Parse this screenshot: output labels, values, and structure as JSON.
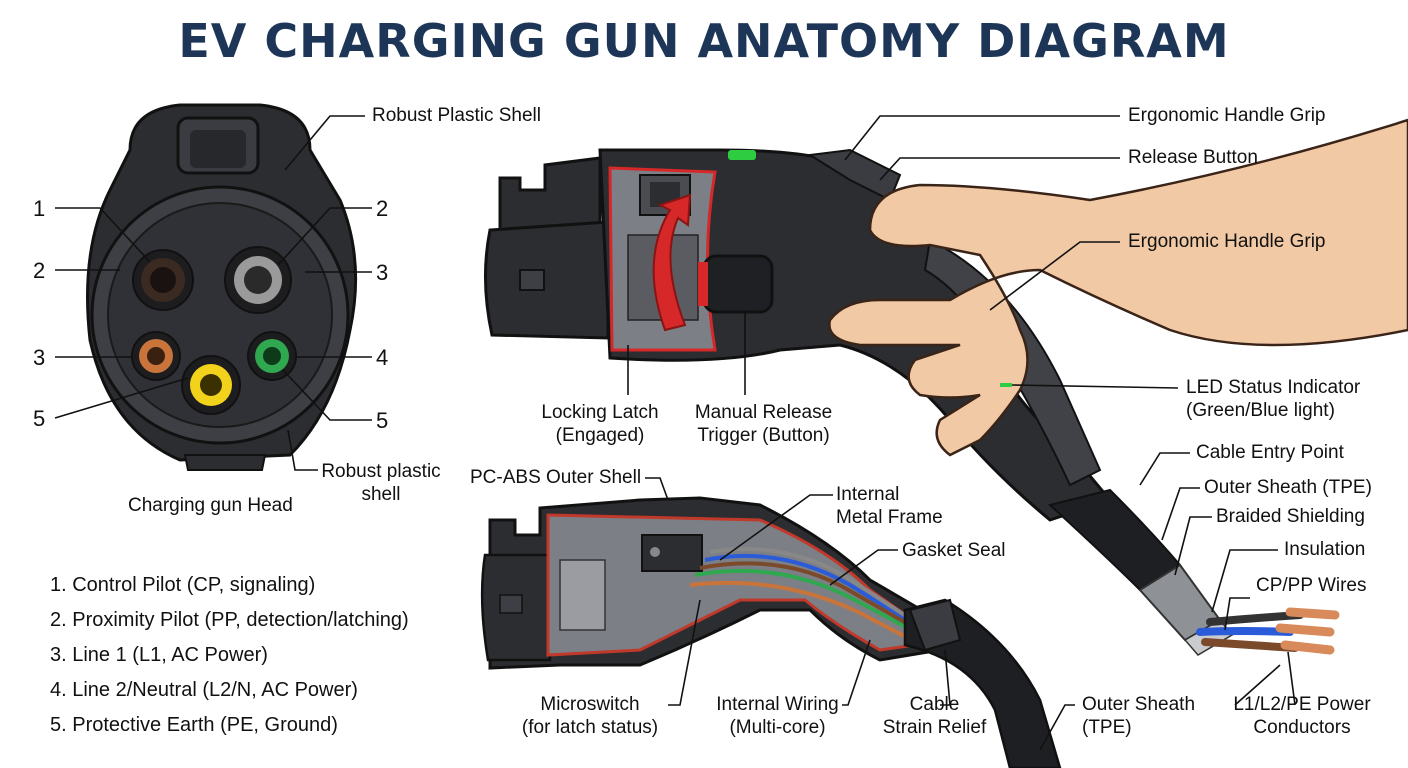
{
  "title": "EV CHARGING GUN ANATOMY DIAGRAM",
  "head": {
    "caption": "Charging gun Head",
    "top_label": "Robust Plastic Shell",
    "side_label_line1": "Robust plastic",
    "side_label_line2": "shell",
    "pin_numbers_left": [
      "1",
      "2",
      "3",
      "5"
    ],
    "pin_numbers_right": [
      "2",
      "3",
      "4",
      "5"
    ]
  },
  "legend": [
    "1. Control Pilot (CP, signaling)",
    "2. Proximity Pilot (PP, detection/latching)",
    "3. Line 1 (L1, AC Power)",
    "4. Line 2/Neutral (L2/N, AC Power)",
    "5. Protective Earth (PE, Ground)"
  ],
  "gun_labels": {
    "ergonomic_grip_top": "Ergonomic Handle Grip",
    "release_button": "Release Button",
    "ergonomic_grip_mid": "Ergonomic Handle Grip",
    "led_line1": "LED Status Indicator",
    "led_line2": "(Green/Blue light)",
    "locking_latch_line1": "Locking Latch",
    "locking_latch_line2": "(Engaged)",
    "manual_release_line1": "Manual Release",
    "manual_release_line2": "Trigger (Button)",
    "cable_entry": "Cable Entry Point",
    "outer_sheath_tpe": "Outer Sheath (TPE)",
    "braided_shielding": "Braided Shielding",
    "insulation": "Insulation",
    "cp_pp_wires": "CP/PP Wires",
    "power_conductors_line1": "L1/L2/PE Power",
    "power_conductors_line2": "Conductors"
  },
  "cutaway_labels": {
    "outer_shell": "PC-ABS Outer Shell",
    "metal_frame_line1": "Internal",
    "metal_frame_line2": "Metal Frame",
    "gasket_seal": "Gasket Seal",
    "microswitch_line1": "Microswitch",
    "microswitch_line2": "(for latch status)",
    "wiring_line1": "Internal Wiring",
    "wiring_line2": "(Multi-core)",
    "strain_line1": "Cable",
    "strain_line2": "Strain Relief",
    "sheath_line1": "Outer Sheath",
    "sheath_line2": "(TPE)"
  },
  "colors": {
    "title": "#1d3557",
    "shell": "#2b2d31",
    "led": "#2ecc40",
    "arrow": "#d62828",
    "skin": "#f2c9a5",
    "pin_brown": "#3a2a22",
    "pin_grey": "#9a9a9a",
    "pin_orange": "#c8743a",
    "pin_yellow": "#f2d21b",
    "pin_green": "#2fa84f",
    "copper": "#d98a5a"
  }
}
